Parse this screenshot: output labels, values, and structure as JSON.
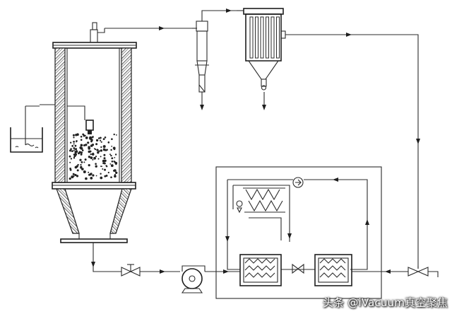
{
  "diagram": {
    "components": [
      "spray-drying-tower",
      "feed-tank",
      "spray-nozzle",
      "powder-bed",
      "cyclone-separator",
      "bag-filter",
      "heat-exchanger-left",
      "heat-exchanger-right",
      "heat-pump-unit",
      "compressor",
      "circulation-fan",
      "outlet-valve",
      "expansion-valve",
      "inlet-valve"
    ]
  },
  "watermark": {
    "text": "头条 @iVacuum真空聚焦"
  },
  "colors": {
    "line": "#2b2b2b",
    "background": "#ffffff",
    "watermark_text": "#ffffff"
  }
}
